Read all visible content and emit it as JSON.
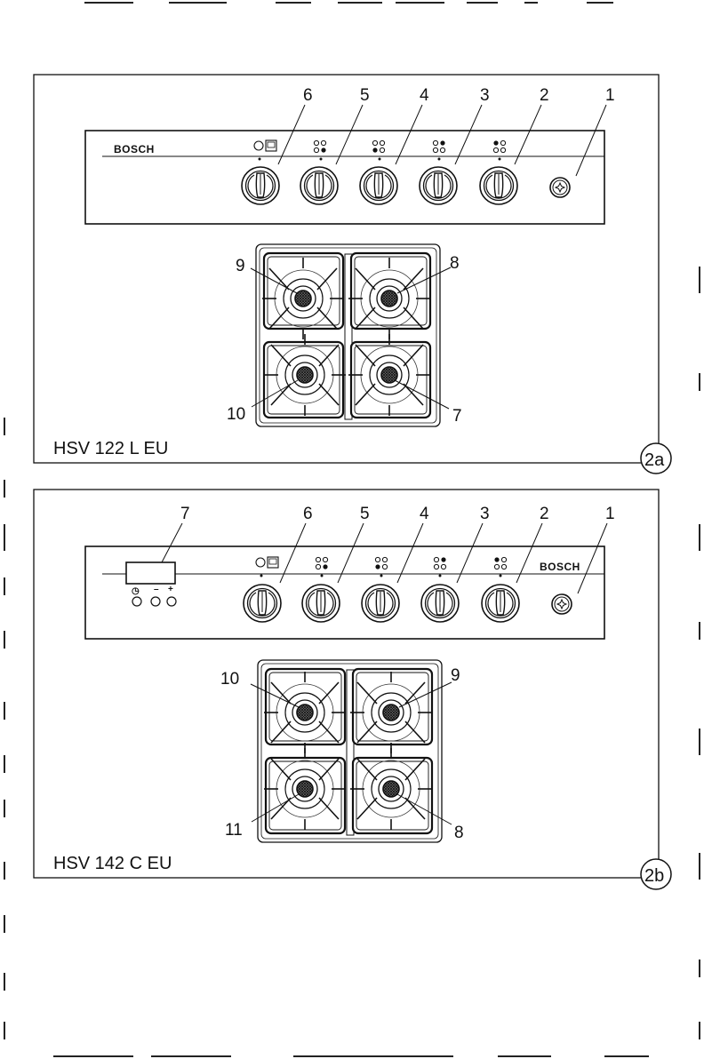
{
  "figure_a": {
    "brand": "BOSCH",
    "model": "HSV 122 L EU",
    "figure_label": "2a",
    "panel_callouts": [
      "6",
      "5",
      "4",
      "3",
      "2",
      "1"
    ],
    "hob_callouts": {
      "top_left": "9",
      "top_right": "8",
      "bottom_left": "10",
      "bottom_right": "7"
    }
  },
  "figure_b": {
    "brand": "BOSCH",
    "model": "HSV 142 C EU",
    "figure_label": "2b",
    "panel_callouts": [
      "7",
      "6",
      "5",
      "4",
      "3",
      "2",
      "1"
    ],
    "timer_symbols": [
      "◷",
      "–",
      "+"
    ],
    "hob_callouts": {
      "top_left": "10",
      "top_right": "9",
      "bottom_left": "11",
      "bottom_right": "8"
    }
  }
}
